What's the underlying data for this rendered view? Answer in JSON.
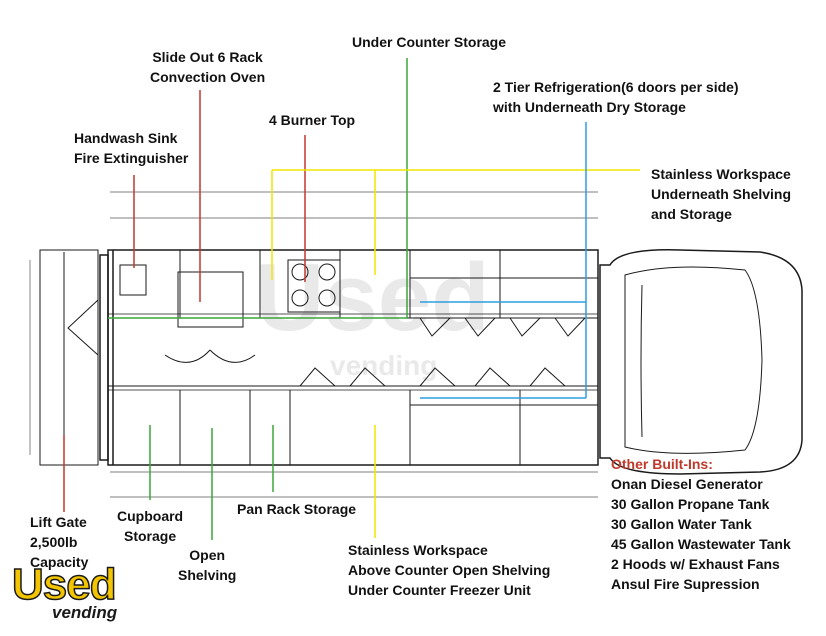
{
  "labels": {
    "convection_oven": [
      "Slide Out 6 Rack",
      "Convection Oven"
    ],
    "under_counter_storage": [
      "Under Counter Storage"
    ],
    "refrigeration": [
      "2 Tier Refrigeration(6 doors per side)",
      "with Underneath Dry Storage"
    ],
    "handwash": [
      "Handwash Sink",
      "Fire Extinguisher"
    ],
    "burner": [
      "4 Burner Top"
    ],
    "stainless_top": [
      "Stainless Workspace",
      "Underneath Shelving",
      "and Storage"
    ],
    "lift_gate": [
      "Lift Gate",
      "2,500lb",
      "Capacity"
    ],
    "cupboard": [
      "Cupboard",
      "Storage"
    ],
    "open_shelving": [
      "Open",
      "Shelving"
    ],
    "pan_rack": [
      "Pan Rack Storage"
    ],
    "stainless_bottom": [
      "Stainless Workspace",
      "Above Counter Open Shelving",
      "Under Counter Freezer Unit"
    ]
  },
  "built_ins": {
    "title": "Other Built-Ins:",
    "items": [
      "Onan Diesel Generator",
      "30 Gallon Propane Tank",
      "30 Gallon Water Tank",
      "45 Gallon Wastewater Tank",
      "2 Hoods w/ Exhaust Fans",
      "Ansul Fire Supression"
    ]
  },
  "watermark": {
    "big": "Used",
    "small": "vending"
  },
  "colors": {
    "red": "#c0392b",
    "green": "#3aa63a",
    "yellow": "#f2e600",
    "blue": "#2f9de0",
    "line": "#1a1a1a",
    "title_red": "#c0392b"
  }
}
